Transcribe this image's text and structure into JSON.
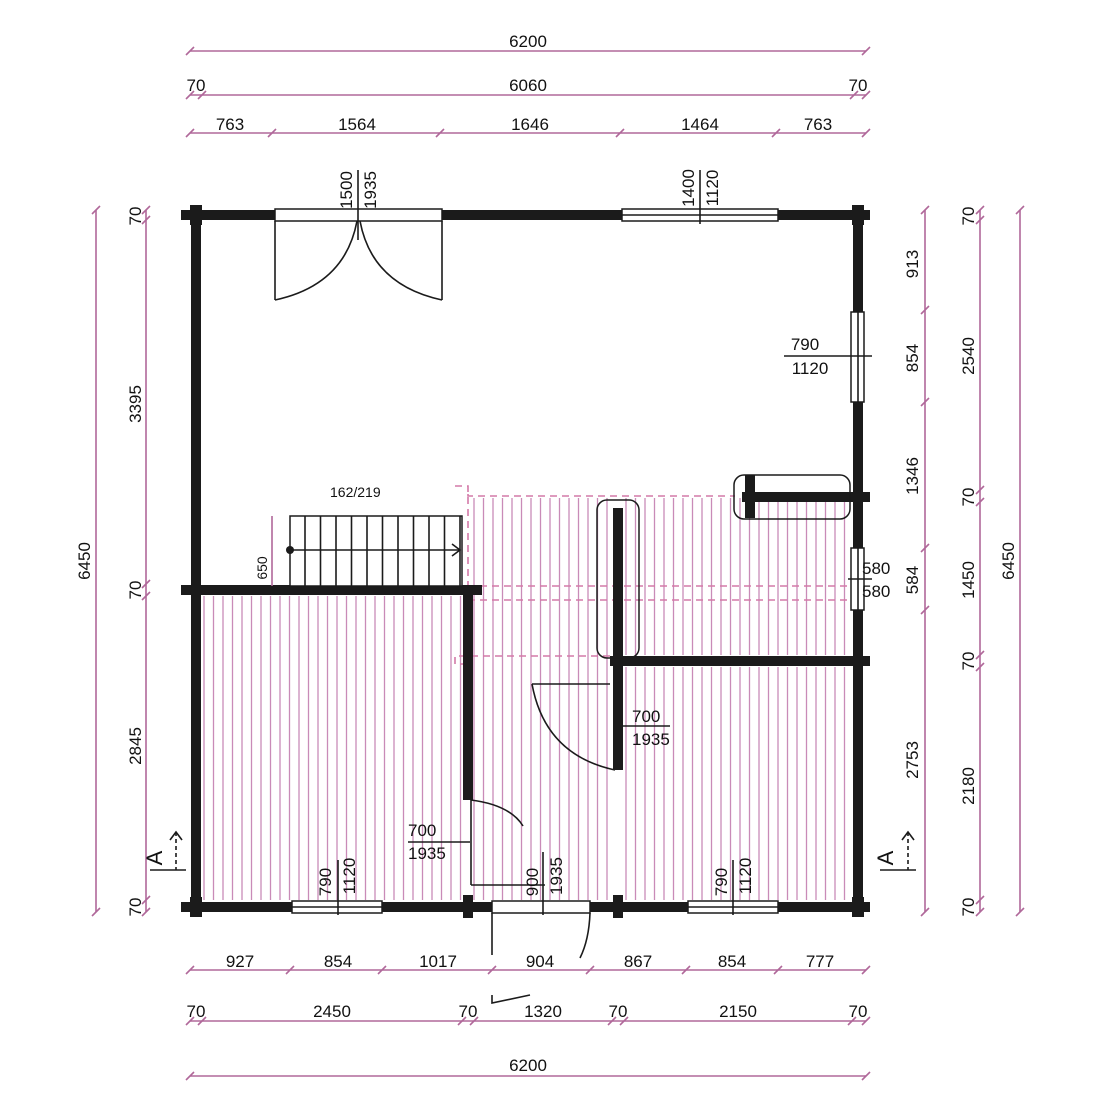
{
  "top_dims": {
    "overall": "6200",
    "inner_left": "70",
    "inner": "6060",
    "inner_right": "70",
    "segments": [
      "763",
      "1564",
      "1646",
      "1464",
      "763"
    ]
  },
  "bottom_dims": {
    "segments": [
      "927",
      "854",
      "1017",
      "904",
      "867",
      "854",
      "777"
    ],
    "walls": [
      "70",
      "2450",
      "70",
      "1320",
      "70",
      "2150",
      "70"
    ],
    "overall": "6200"
  },
  "left_dims": {
    "overall": "6450",
    "parts": [
      "70",
      "3395",
      "70",
      "2845",
      "70"
    ]
  },
  "right_dims": {
    "inner": [
      "913",
      "854",
      "1346",
      "584",
      "2753"
    ],
    "middle": [
      "70",
      "2540",
      "70",
      "1450",
      "70",
      "2180",
      "70"
    ],
    "overall": "6450"
  },
  "openings": {
    "top_door": {
      "w": "1500",
      "h": "1935"
    },
    "top_window": {
      "w": "1400",
      "h": "1120"
    },
    "right_window": {
      "w": "790",
      "h": "1120"
    },
    "right_small_window": {
      "w": "580",
      "h": "580"
    },
    "bathroom_door": {
      "w": "700",
      "h": "1935"
    },
    "left_room_door": {
      "w": "700",
      "h": "1935"
    },
    "entrance_door": {
      "w": "900",
      "h": "1935"
    },
    "bottom_left_window": {
      "w": "790",
      "h": "1120"
    },
    "bottom_right_window": {
      "w": "790",
      "h": "1120"
    }
  },
  "stair": {
    "label": "162/219",
    "width": "650"
  },
  "section_marks": {
    "left": "A",
    "right": "A"
  }
}
